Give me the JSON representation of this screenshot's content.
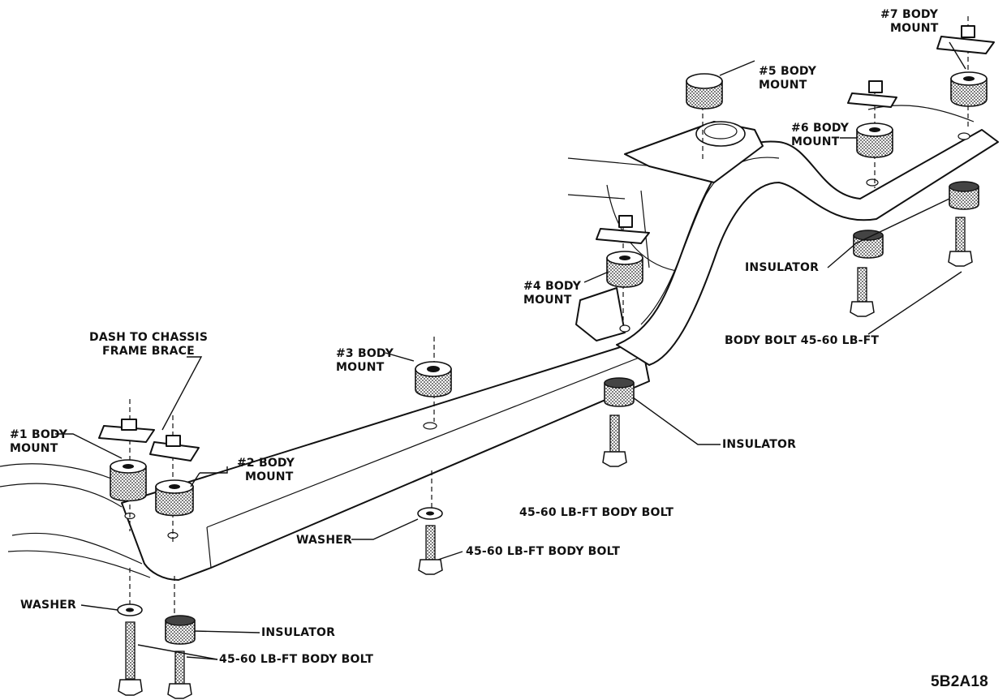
{
  "labels": {
    "mount1_l1": "#1 BODY",
    "mount1_l2": "MOUNT",
    "mount2_l1": "#2 BODY",
    "mount2_l2": "MOUNT",
    "mount3_l1": "#3 BODY",
    "mount3_l2": "MOUNT",
    "mount4_l1": "#4 BODY",
    "mount4_l2": "MOUNT",
    "mount5_l1": "#5 BODY",
    "mount5_l2": "MOUNT",
    "mount6_l1": "#6 BODY",
    "mount6_l2": "MOUNT",
    "mount7_l1": "#7 BODY",
    "mount7_l2": "MOUNT",
    "brace_l1": "DASH TO CHASSIS",
    "brace_l2": "FRAME BRACE",
    "insulator_rear": "INSULATOR",
    "insulator_mid": "INSULATOR",
    "insulator_front": "INSULATOR",
    "body_bolt_rear": "BODY BOLT 45-60 LB-FT",
    "bolt_mid_upper": "45-60 LB-FT BODY BOLT",
    "bolt_mid_lower": "45-60 LB-FT BODY BOLT",
    "bolt_front": "45-60 LB-FT BODY BOLT",
    "washer_mid": "WASHER",
    "washer_front": "WASHER",
    "figure_ref": "5B2A18"
  },
  "colors": {
    "ink": "#111111",
    "paper": "#ffffff",
    "rubber": "#555555"
  }
}
